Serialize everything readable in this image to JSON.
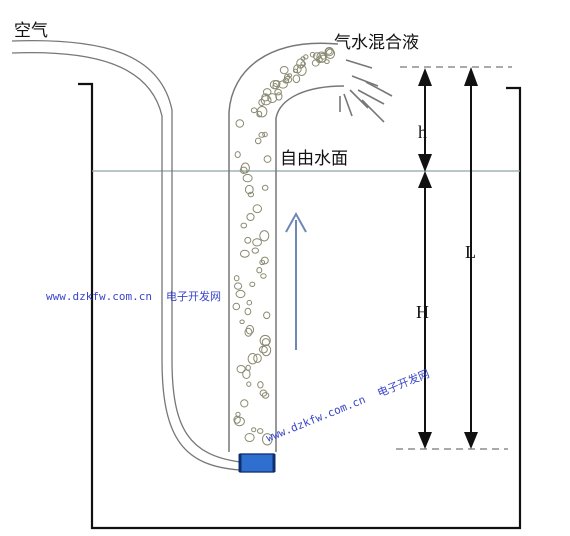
{
  "labels": {
    "air": "空气",
    "mixture": "气水混合液",
    "free_surface": "自由水面",
    "h": "h",
    "H": "H",
    "L": "L"
  },
  "watermark": {
    "url": "www.dzkfw.com.cn",
    "site": "电子开发网"
  },
  "colors": {
    "line": "#111111",
    "tube": "#777777",
    "water_line": "#8fa3a8",
    "flow_arrow": "#6e87b4",
    "nozzle": "#2f6fd0",
    "watermark": "#3a46c8"
  }
}
